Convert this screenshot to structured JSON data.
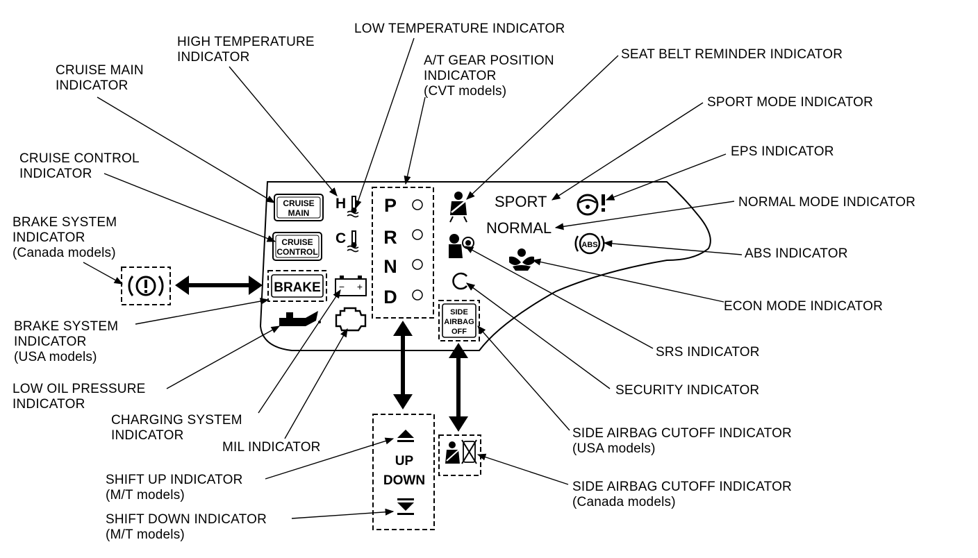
{
  "callouts": {
    "low_temp": {
      "line1": "LOW TEMPERATURE INDICATOR"
    },
    "high_temp": {
      "line1": "HIGH TEMPERATURE",
      "line2": "INDICATOR"
    },
    "cruise_main": {
      "line1": "CRUISE MAIN",
      "line2": "INDICATOR"
    },
    "cruise_control": {
      "line1": "CRUISE CONTROL",
      "line2": "INDICATOR"
    },
    "brake_canada": {
      "line1": "BRAKE SYSTEM",
      "line2": "INDICATOR",
      "line3": "(Canada models)"
    },
    "brake_usa": {
      "line1": "BRAKE SYSTEM",
      "line2": "INDICATOR",
      "line3": "(USA models)"
    },
    "low_oil": {
      "line1": "LOW OIL PRESSURE",
      "line2": "INDICATOR"
    },
    "charging": {
      "line1": "CHARGING SYSTEM",
      "line2": "INDICATOR"
    },
    "mil": {
      "line1": "MIL INDICATOR"
    },
    "shift_up": {
      "line1": "SHIFT UP INDICATOR",
      "line2": "(M/T models)"
    },
    "shift_down": {
      "line1": "SHIFT DOWN INDICATOR",
      "line2": "(M/T models)"
    },
    "gear_position": {
      "line1": "A/T GEAR POSITION",
      "line2": "INDICATOR",
      "line3": "(CVT models)"
    },
    "seat_belt": {
      "line1": "SEAT BELT REMINDER INDICATOR"
    },
    "sport_mode": {
      "line1": "SPORT MODE INDICATOR"
    },
    "eps": {
      "line1": "EPS INDICATOR"
    },
    "normal_mode": {
      "line1": "NORMAL MODE INDICATOR"
    },
    "abs": {
      "line1": "ABS INDICATOR"
    },
    "econ": {
      "line1": "ECON MODE INDICATOR"
    },
    "srs": {
      "line1": "SRS INDICATOR"
    },
    "security": {
      "line1": "SECURITY INDICATOR"
    },
    "side_airbag_usa": {
      "line1": "SIDE AIRBAG CUTOFF INDICATOR",
      "line2": "(USA models)"
    },
    "side_airbag_canada": {
      "line1": "SIDE AIRBAG CUTOFF INDICATOR",
      "line2": "(Canada models)"
    }
  },
  "panel": {
    "cruise_main_top": "CRUISE",
    "cruise_main_bottom": "MAIN",
    "cruise_control_top": "CRUISE",
    "cruise_control_bottom": "CONTROL",
    "brake_label": "BRAKE",
    "high_temp_letter": "H",
    "low_temp_letter": "C",
    "gear_p": "P",
    "gear_r": "R",
    "gear_n": "N",
    "gear_d": "D",
    "sport_label": "SPORT",
    "normal_label": "NORMAL",
    "abs_label": "ABS",
    "side_airbag_1": "SIDE",
    "side_airbag_2": "AIRBAG",
    "side_airbag_3": "OFF",
    "battery_minus": "−",
    "battery_plus": "+",
    "brake_canada_symbol": "(!)"
  },
  "shift_box": {
    "up_label": "UP",
    "down_label": "DOWN"
  },
  "icons": [
    "cruise-main-icon",
    "cruise-control-icon",
    "high-temp-icon",
    "low-temp-icon",
    "brake-icon",
    "battery-icon",
    "oil-can-icon",
    "engine-icon",
    "seat-belt-icon",
    "srs-icon",
    "security-icon",
    "side-airbag-off-icon",
    "steering-eps-icon",
    "abs-icon",
    "econ-leaf-icon",
    "shift-up-icon",
    "shift-down-icon",
    "side-airbag-cutoff-canada-icon"
  ]
}
